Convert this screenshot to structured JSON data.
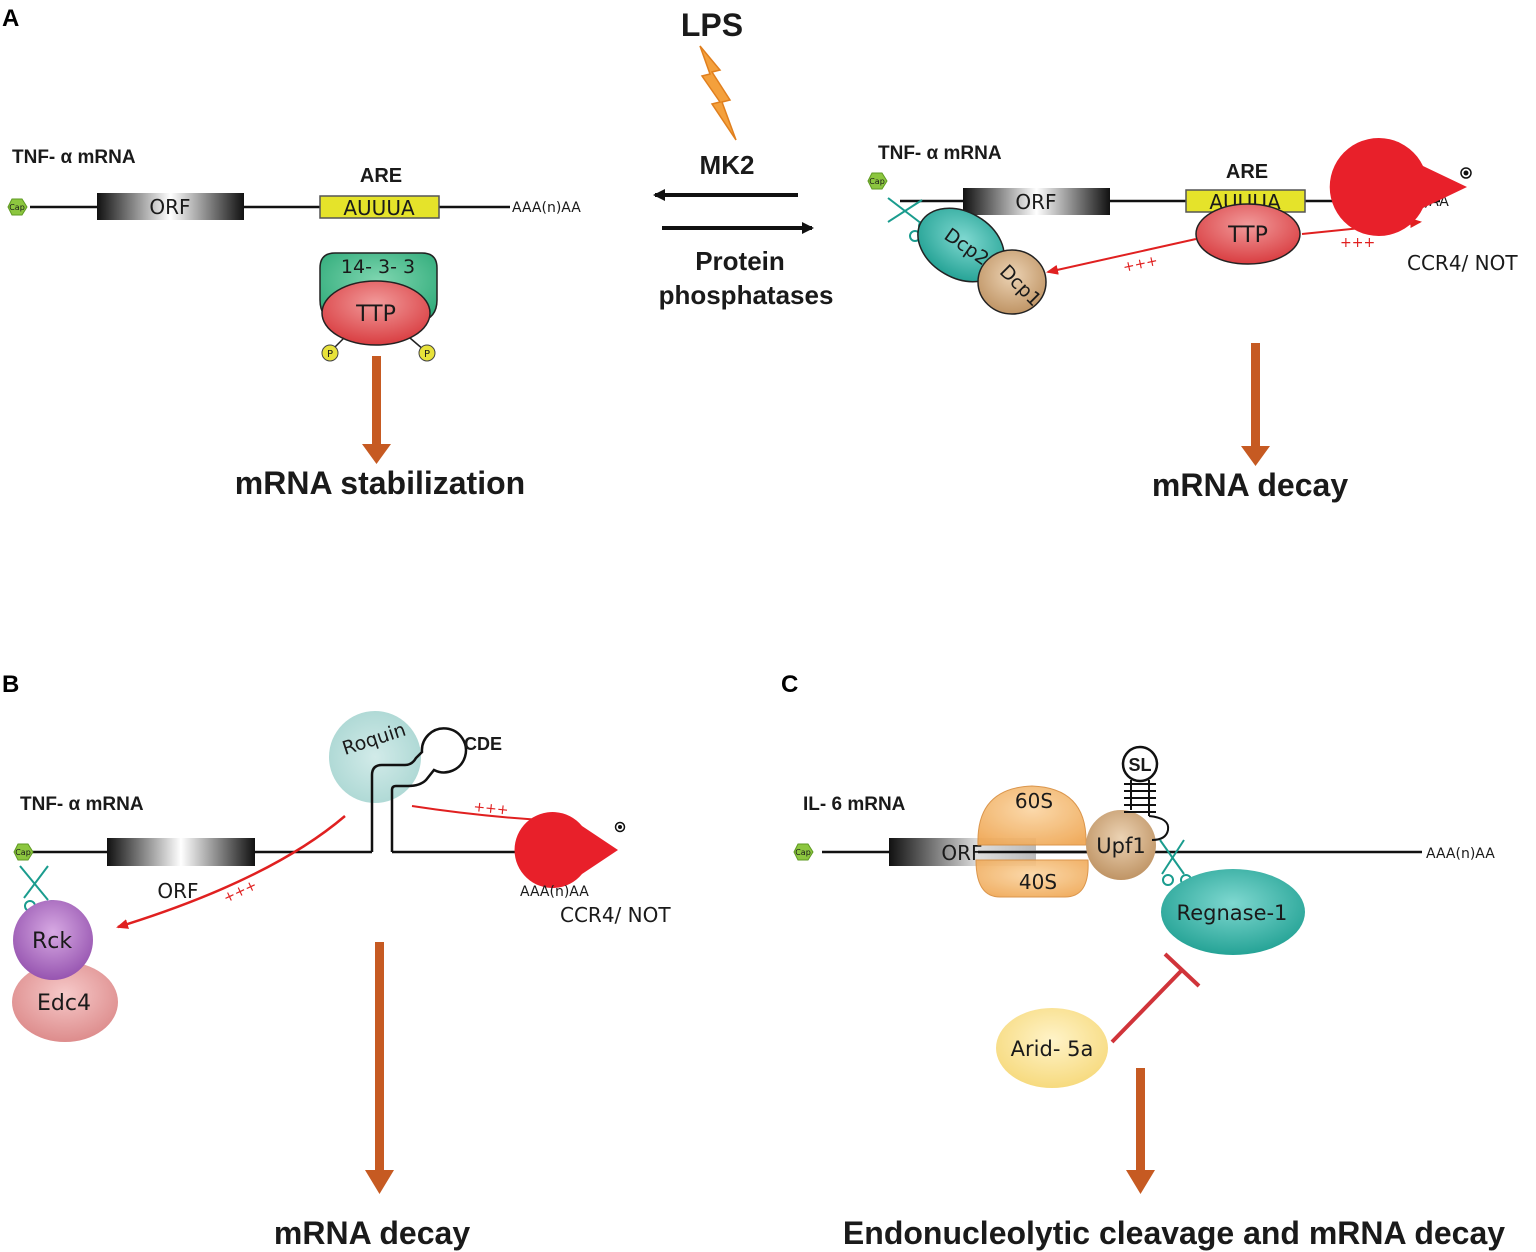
{
  "panels": {
    "a": "A",
    "b": "B",
    "c": "C"
  },
  "top": {
    "stimulus": "LPS",
    "kinase": "MK2",
    "phosphatase_line1": "Protein",
    "phosphatase_line2": "phosphatases"
  },
  "panel_a_left": {
    "mrna_label": "TNF- α mRNA",
    "cap": "Cap",
    "orf": "ORF",
    "are": "ARE",
    "auuua": "AUUUA",
    "polya": "AAA(n)AA",
    "adaptor": "14- 3- 3",
    "ttp": "TTP",
    "phospho": "P",
    "outcome": "mRNA stabilization"
  },
  "panel_a_right": {
    "mrna_label": "TNF- α mRNA",
    "cap": "Cap",
    "orf": "ORF",
    "are": "ARE",
    "auuua": "AUUUA",
    "polya": "AAA(n)AA",
    "ttp": "TTP",
    "dcp2": "Dcp2",
    "dcp1": "Dcp1",
    "plus": "+++",
    "deadenylase": "CCR4/ NOT",
    "outcome": "mRNA decay"
  },
  "panel_b": {
    "mrna_label": "TNF- α mRNA",
    "cap": "Cap",
    "orf": "ORF",
    "roquin": "Roquin",
    "cde": "CDE",
    "rck": "Rck",
    "edc4": "Edc4",
    "plus": "+++",
    "polya": "AAA(n)AA",
    "deadenylase": "CCR4/ NOT",
    "outcome": "mRNA decay"
  },
  "panel_c": {
    "mrna_label": "IL- 6 mRNA",
    "cap": "Cap",
    "orf": "ORF",
    "s60": "60S",
    "s40": "40S",
    "upf1": "Upf1",
    "sl": "SL",
    "regnase": "Regnase-1",
    "arid": "Arid- 5a",
    "polya": "AAA(n)AA",
    "outcome": "Endonucleolytic cleavage and mRNA decay"
  },
  "colors": {
    "ttp_red": "#e2595a",
    "adaptor_green": "#3eb489",
    "are_yellow": "#e5e32a",
    "arrow_brown": "#c65a22",
    "pacman_red": "#e8202a",
    "teal": "#27a89a",
    "dcp1_tan": "#c8a47c",
    "rck_purple": "#9a5cb0",
    "edc4_pink": "#e29a9a",
    "ribosome_orange": "#f2b26a",
    "arid_yellow": "#f7dc7a",
    "cap_green": "#8cc63f"
  }
}
